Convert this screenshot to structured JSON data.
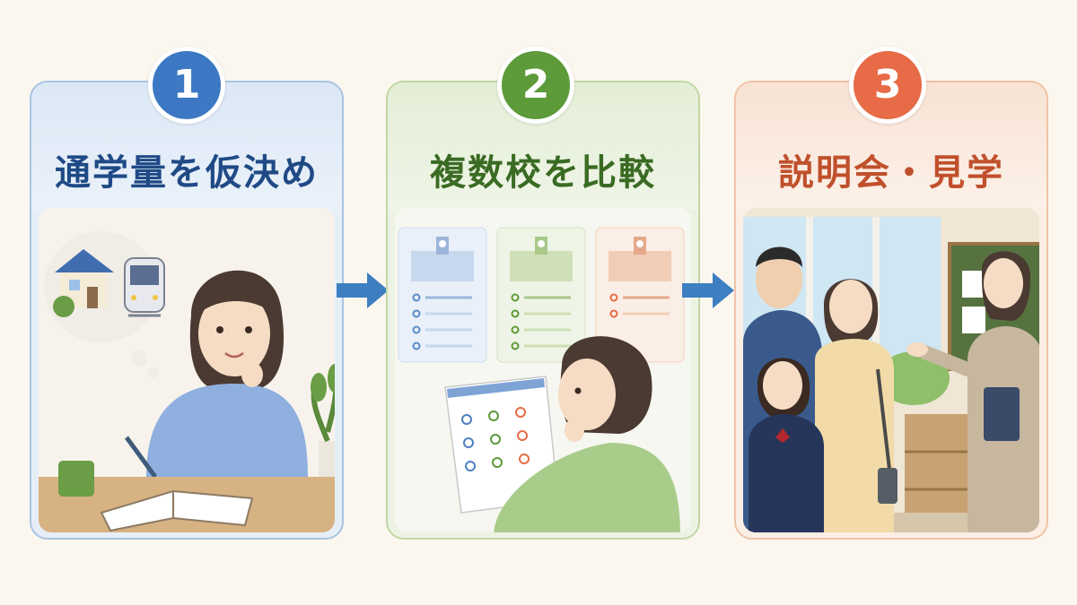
{
  "steps": [
    {
      "number": "1",
      "title": "通学量を仮決め"
    },
    {
      "number": "2",
      "title": "複数校を比較"
    },
    {
      "number": "3",
      "title": "説明会・見学"
    }
  ],
  "colors": {
    "step1": "#3c78c3",
    "step2": "#5c9a3a",
    "step3": "#e66b46",
    "arrow": "#3d7fc1",
    "background": "#fbf6ee"
  }
}
